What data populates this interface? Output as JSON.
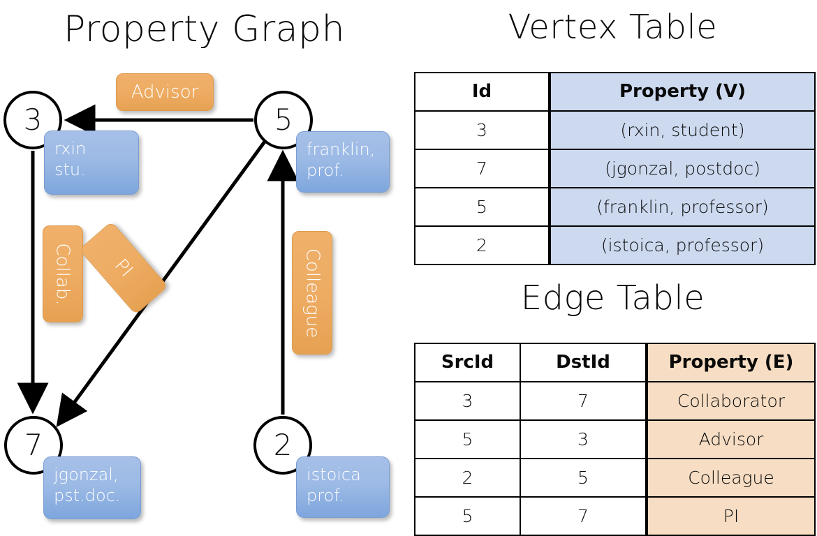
{
  "titles": {
    "property_graph": "Property Graph",
    "vertex_table": "Vertex Table",
    "edge_table": "Edge Table"
  },
  "graph": {
    "nodes": [
      {
        "id": "3",
        "label": "3",
        "property_line1": "rxin",
        "property_line2": "stu."
      },
      {
        "id": "5",
        "label": "5",
        "property_line1": "franklin,",
        "property_line2": "prof."
      },
      {
        "id": "7",
        "label": "7",
        "property_line1": "jgonzal,",
        "property_line2": "pst.doc."
      },
      {
        "id": "2",
        "label": "2",
        "property_line1": "istoica",
        "property_line2": "prof."
      }
    ],
    "edge_labels": {
      "advisor": "Advisor",
      "collab": "Collab.",
      "pi": "PI",
      "colleague": "Colleague"
    },
    "edges": [
      {
        "from": "5",
        "to": "3",
        "label": "Advisor"
      },
      {
        "from": "3",
        "to": "7",
        "label": "Collab."
      },
      {
        "from": "5",
        "to": "7",
        "label": "PI"
      },
      {
        "from": "2",
        "to": "5",
        "label": "Colleague"
      }
    ]
  },
  "vertex_table": {
    "headers": [
      "Id",
      "Property (V)"
    ],
    "rows": [
      {
        "id": "3",
        "property": "(rxin, student)"
      },
      {
        "id": "7",
        "property": "(jgonzal, postdoc)"
      },
      {
        "id": "5",
        "property": "(franklin, professor)"
      },
      {
        "id": "2",
        "property": "(istoica, professor)"
      }
    ]
  },
  "edge_table": {
    "headers": [
      "SrcId",
      "DstId",
      "Property (E)"
    ],
    "rows": [
      {
        "src": "3",
        "dst": "7",
        "property": "Collaborator"
      },
      {
        "src": "5",
        "dst": "3",
        "property": "Advisor"
      },
      {
        "src": "2",
        "dst": "5",
        "property": "Colleague"
      },
      {
        "src": "5",
        "dst": "7",
        "property": "PI"
      }
    ]
  },
  "colors": {
    "vertex_property_fill": "#ccd9ef",
    "edge_property_fill": "#f6ddc3",
    "node_box_blue": "#9cbae5",
    "edge_box_orange": "#eeac63",
    "stroke": "#000000",
    "background": "#ffffff"
  }
}
